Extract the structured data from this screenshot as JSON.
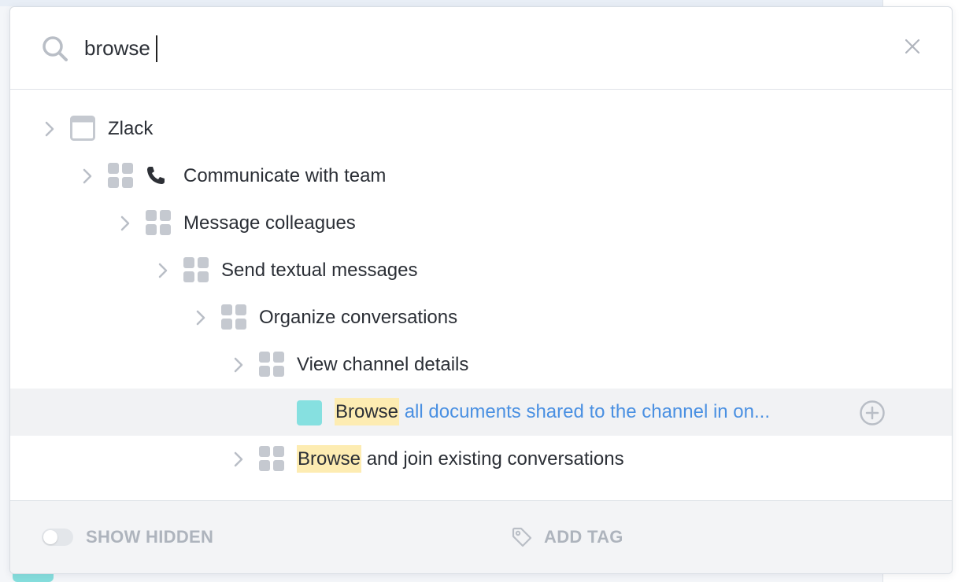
{
  "search": {
    "value": "browse",
    "placeholder": ""
  },
  "icons": {
    "search": "search-icon",
    "close": "close-icon",
    "chevron": "chevron-right-icon",
    "app": "window-icon",
    "group": "grid-icon",
    "phone": "phone-icon",
    "task": "teal-square-icon",
    "add": "plus-circle-icon",
    "tag": "tag-icon"
  },
  "colors": {
    "highlight": "#fdecb2",
    "link": "#4a90e2",
    "task_square": "#86e0e0",
    "selected_row": "#f1f2f4"
  },
  "tree": {
    "items": [
      {
        "label": "Zlack"
      },
      {
        "label": "Communicate with team"
      },
      {
        "label": "Message colleagues"
      },
      {
        "label": "Send textual messages"
      },
      {
        "label": "Organize conversations"
      },
      {
        "label": "View channel details"
      },
      {
        "highlight": "Browse",
        "rest": "all documents shared to the channel in on..."
      },
      {
        "highlight": "Browse",
        "rest": "and join existing conversations"
      }
    ]
  },
  "footer": {
    "show_hidden_label": "SHOW HIDDEN",
    "show_hidden_on": false,
    "add_tag_label": "ADD TAG"
  }
}
